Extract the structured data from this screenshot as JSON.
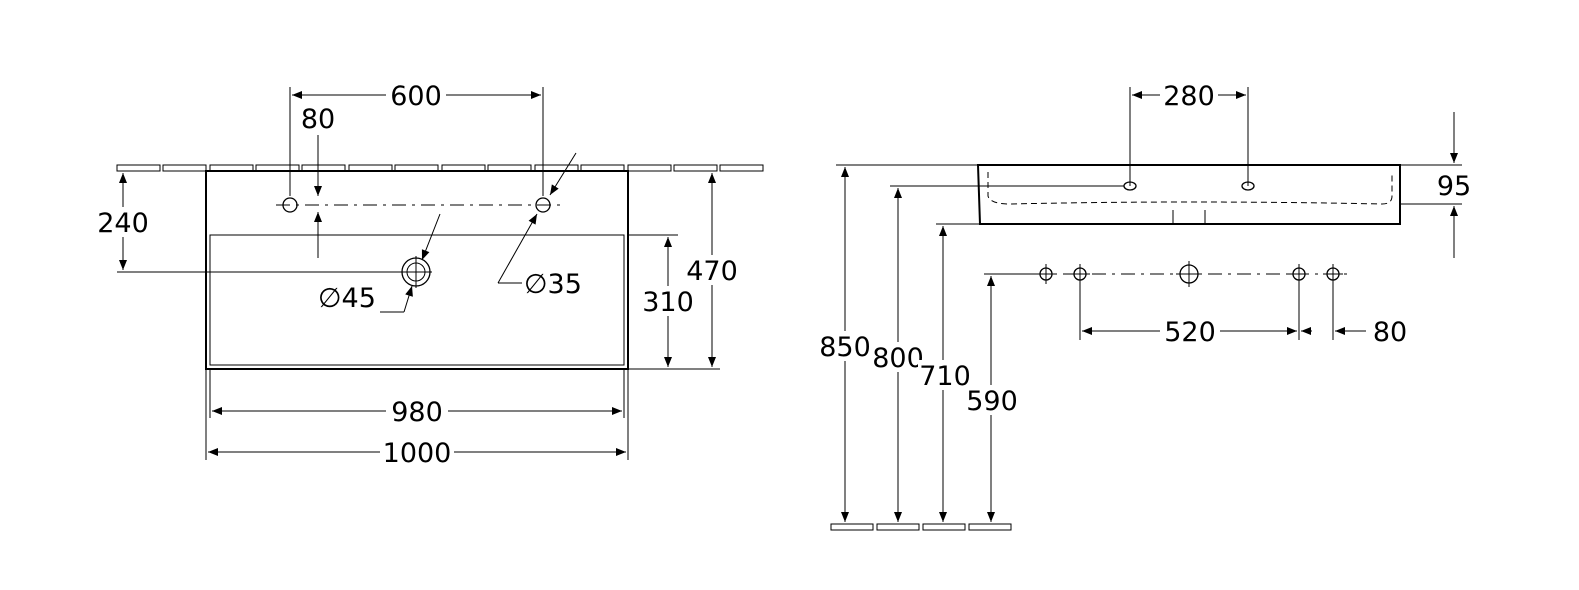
{
  "top_view": {
    "dim_tap_spacing": "600",
    "dim_tap_offset": "80",
    "dim_tap_depth": "240",
    "dim_hole_overflow": "∅45",
    "dim_hole_tap": "∅35",
    "dim_basin_depth": "310",
    "dim_total_depth": "470",
    "dim_inner_width": "980",
    "dim_total_width": "1000"
  },
  "side_view": {
    "dim_tap_spacing": "280",
    "dim_rim_height": "95",
    "dim_height_top": "850",
    "dim_height_tap": "800",
    "dim_height_bottom": "710",
    "dim_height_fixing": "590",
    "dim_fixing_spacing": "520",
    "dim_fixing_offset": "80"
  }
}
